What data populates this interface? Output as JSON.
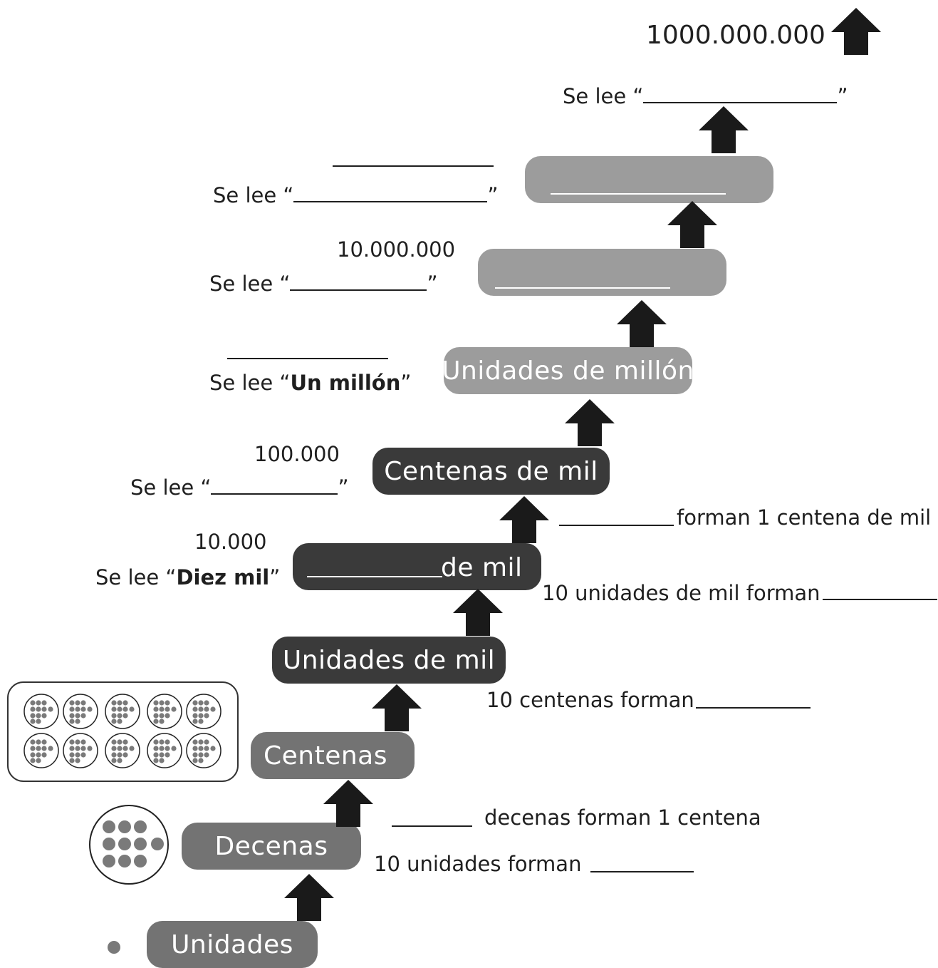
{
  "top_number": "1000.000.000",
  "levels": {
    "unidades": "Unidades",
    "decenas": "Decenas",
    "centenas": "Centenas",
    "unidades_de_mil": "Unidades de mil",
    "decenas_de_mil_suffix": "de mil",
    "centenas_de_mil": "Centenas de mil",
    "unidades_de_millon": "Unidades de millón"
  },
  "numbers": {
    "diez_mil": "10.000",
    "cien_mil": "100.000",
    "diez_millones": "10.000.000"
  },
  "reads": {
    "prefix": "Se lee “",
    "suffix": "”",
    "diez_mil": "Diez mil",
    "un_millon": "Un millón"
  },
  "statements": {
    "unidades_forman": "10 unidades forman",
    "decenas_forman": "decenas forman 1 centena",
    "centenas_forman": "10 centenas forman",
    "unidades_mil_forman": "10 unidades de mil forman",
    "forman_centena_mil": "forman 1 centena de mil"
  },
  "colors": {
    "dark": "#3a3a3a",
    "mid": "#737373",
    "light": "#9c9c9c",
    "arrow": "#1a1a1a",
    "dot": "#7a7a7a"
  },
  "icons": [
    "up-arrow-icon",
    "dot-icon",
    "ten-dots-icon",
    "hundred-dots-icon"
  ]
}
